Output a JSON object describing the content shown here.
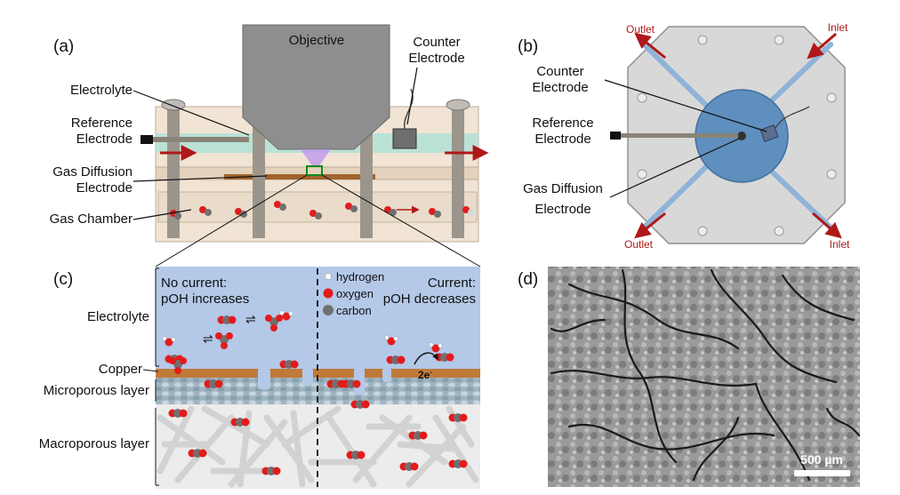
{
  "panels": {
    "a": "(a)",
    "b": "(b)",
    "c": "(c)",
    "d": "(d)"
  },
  "panel_a": {
    "objective": "Objective",
    "counter_line1": "Counter",
    "counter_line2": "Electrode",
    "electrolyte": "Electrolyte",
    "reference_line1": "Reference",
    "reference_line2": "Electrode",
    "gde_line1": "Gas Diffusion",
    "gde_line2": "Electrode",
    "gas_chamber": "Gas Chamber"
  },
  "panel_b": {
    "outlet": "Outlet",
    "inlet": "Inlet",
    "counter_line1": "Counter",
    "counter_line2": "Electrode",
    "reference_line1": "Reference",
    "reference_line2": "Electrode",
    "gde_line1": "Gas Diffusion",
    "gde_line2": "Electrode"
  },
  "panel_c": {
    "no_current_line1": "No current:",
    "no_current_line2": "pOH increases",
    "current_line1": "Current:",
    "current_line2": "pOH decreases",
    "legend": [
      "hydrogen",
      "oxygen",
      "carbon"
    ],
    "electrolyte": "Electrolyte",
    "copper": "Copper",
    "microporous": "Microporous layer",
    "macroporous": "Macroporous layer",
    "electrons": "2e",
    "electrons_sup": "-"
  },
  "panel_d": {
    "scale": "500 µm"
  },
  "colors": {
    "hydrogen": "#ffffff",
    "oxygen": "#e31b1b",
    "carbon": "#707070",
    "electrolyte_bg": "#b4c8e8",
    "copper": "#c07a38",
    "arrow_red": "#b01818"
  }
}
